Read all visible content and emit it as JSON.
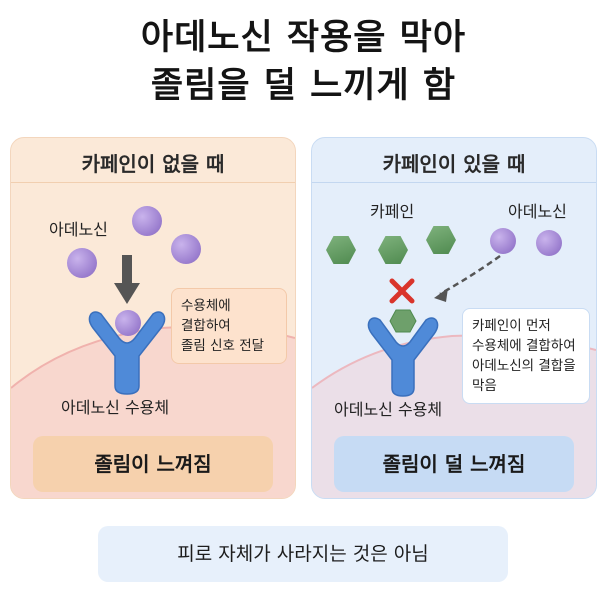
{
  "title": {
    "line1": "아데노신 작용을 막아",
    "line2": "졸림을 덜 느끼게 함"
  },
  "left_panel": {
    "title": "카페인이 없을 때",
    "adenosine_label": "아데노신",
    "callout": [
      "수용체에",
      "결합하여",
      "졸림 신호 전달"
    ],
    "receptor_label": "아데노신 수용체",
    "result": "졸림이 느껴짐"
  },
  "right_panel": {
    "title": "카페인이 있을 때",
    "caffeine_label": "카페인",
    "adenosine_label": "아데노신",
    "callout": [
      "카페인이 먼저",
      "수용체에 결합하여",
      "아데노신의 결합을",
      "막음"
    ],
    "receptor_label": "아데노신 수용체",
    "result": "졸림이 덜 느껴짐"
  },
  "bottom_note": "피로 자체가 사라지는 것은 아님",
  "colors": {
    "adenosine": "#9a7dce",
    "caffeine": "#5e975c",
    "receptor": "#4f8ad8",
    "block_mark": "#d9342b"
  }
}
